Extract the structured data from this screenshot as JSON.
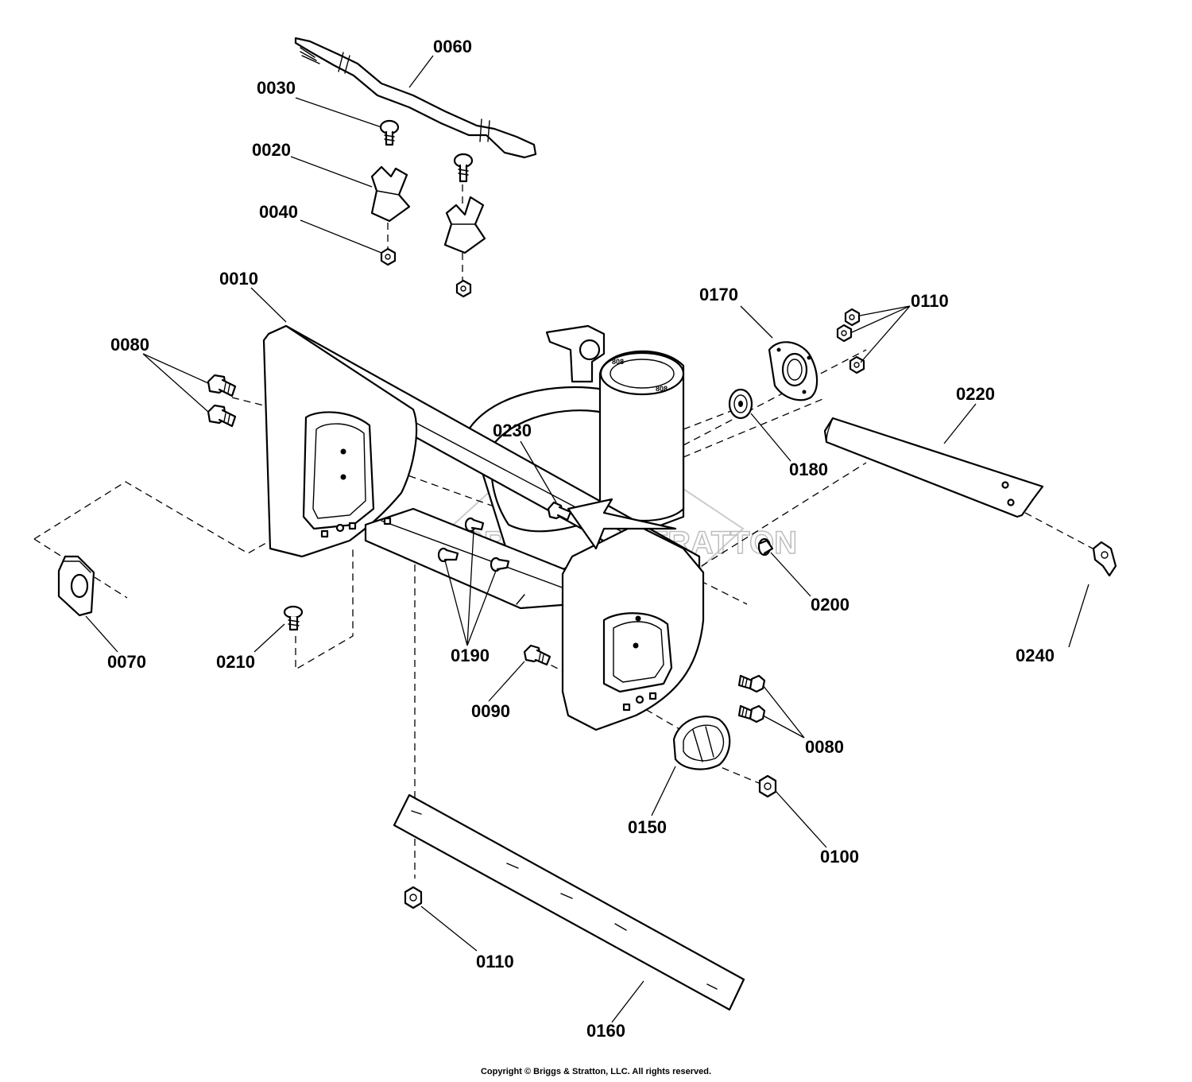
{
  "watermark": "BRIGGS & STRATTON",
  "labels": {
    "p0060": "0060",
    "p0030": "0030",
    "p0020": "0020",
    "p0040": "0040",
    "p0010": "0010",
    "p0080a": "0080",
    "p0170": "0170",
    "p0110a": "0110",
    "p0220": "0220",
    "p0230": "0230",
    "p0180": "0180",
    "p0200": "0200",
    "p0240": "0240",
    "p0070": "0070",
    "p0210": "0210",
    "p0190": "0190",
    "p0090": "0090",
    "p0080b": "0080",
    "p0150": "0150",
    "p0100": "0100",
    "p0110b": "0110",
    "p0160": "0160"
  },
  "copyright": "Copyright © Briggs & Stratton, LLC. All rights reserved."
}
